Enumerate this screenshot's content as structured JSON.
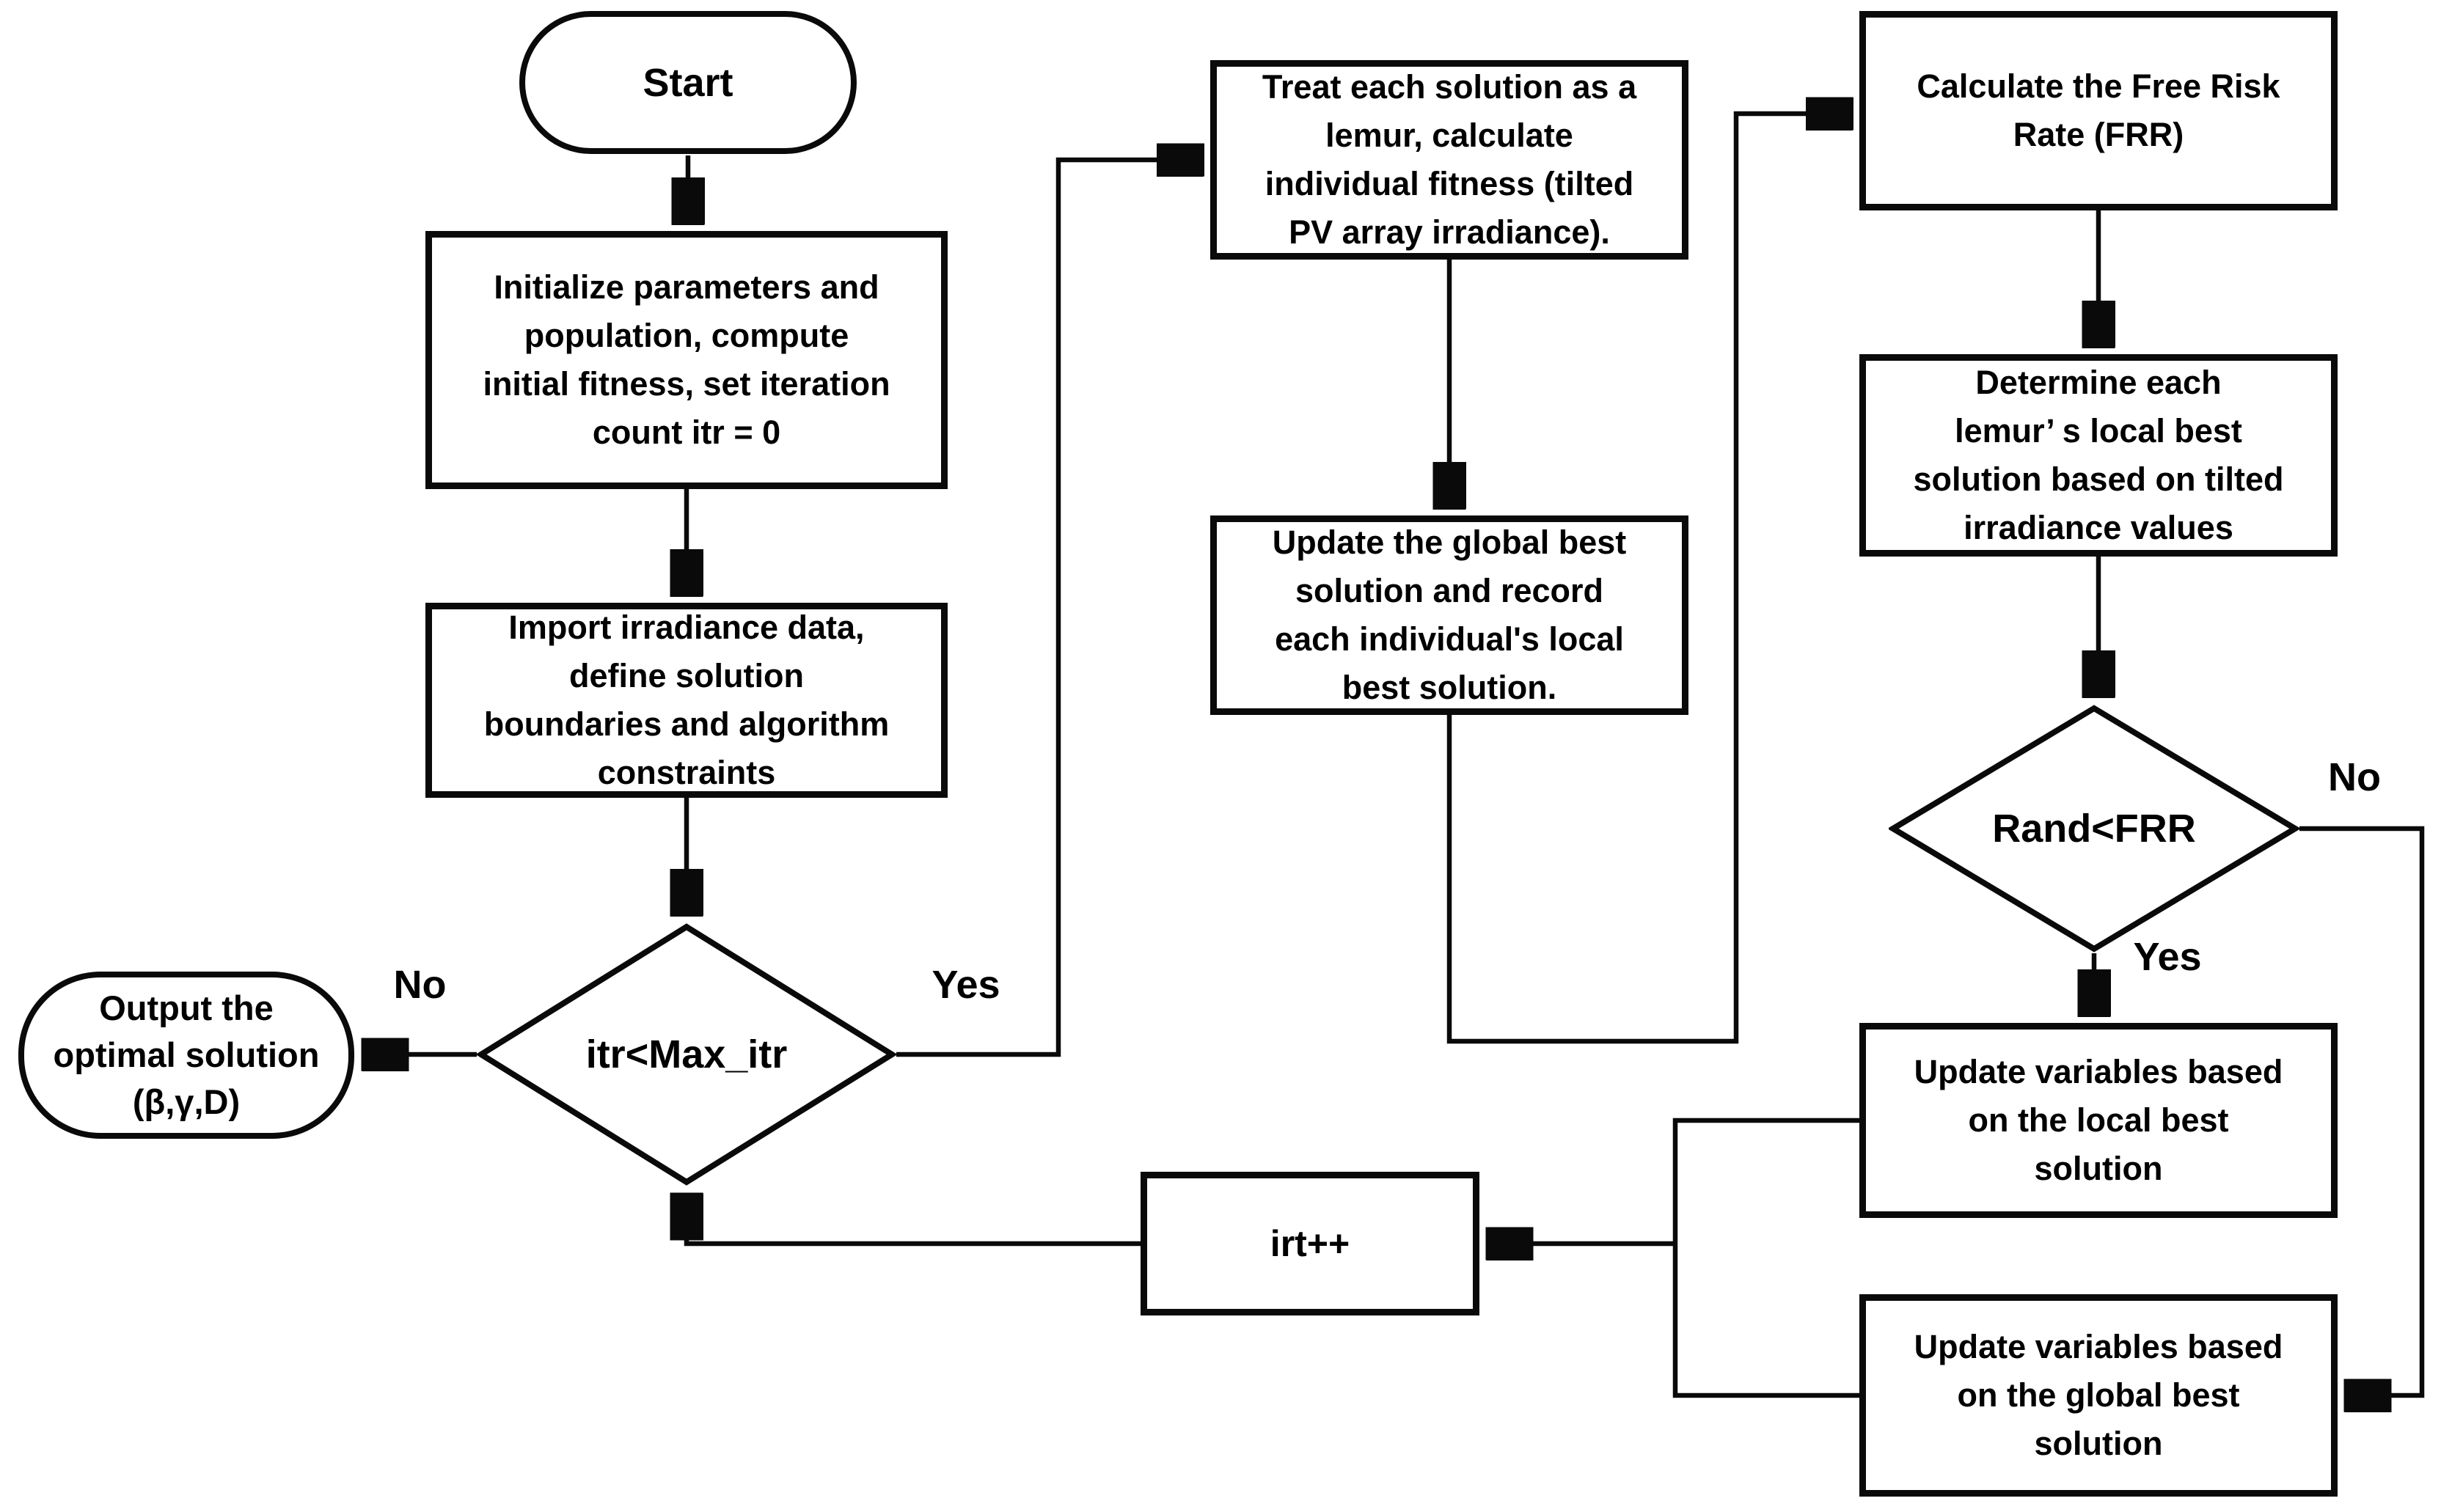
{
  "nodes": {
    "start": {
      "label": "Start"
    },
    "init": {
      "label": "Initialize parameters and\npopulation, compute\ninitial fitness, set iteration\ncount itr = 0"
    },
    "import": {
      "label": "Import irradiance data,\ndefine solution\nboundaries and algorithm\nconstraints"
    },
    "iter_check": {
      "label": "itr<Max_itr"
    },
    "output": {
      "label": "Output the\noptimal solution\n(β,γ,D)"
    },
    "treat": {
      "label": "Treat each solution as a\nlemur, calculate\nindividual fitness (tilted\nPV array irradiance)."
    },
    "update_global_record": {
      "label": "Update the global best\nsolution and record\neach individual's local\nbest solution."
    },
    "frr": {
      "label": "Calculate the Free Risk\nRate (FRR)"
    },
    "determine": {
      "label": "Determine each\nlemur’ s local best\nsolution based on tilted\nirradiance values"
    },
    "rand_check": {
      "label": "Rand<FRR"
    },
    "update_local": {
      "label": "Update variables based\non the local best\nsolution"
    },
    "update_global": {
      "label": "Update variables based\non the global best\nsolution"
    },
    "increment": {
      "label": "irt++"
    }
  },
  "edge_labels": {
    "iter_no": "No",
    "iter_yes": "Yes",
    "rand_no": "No",
    "rand_yes": "Yes"
  },
  "colors": {
    "stroke": "#0a0a0a",
    "background": "#ffffff",
    "text": "#000000"
  }
}
